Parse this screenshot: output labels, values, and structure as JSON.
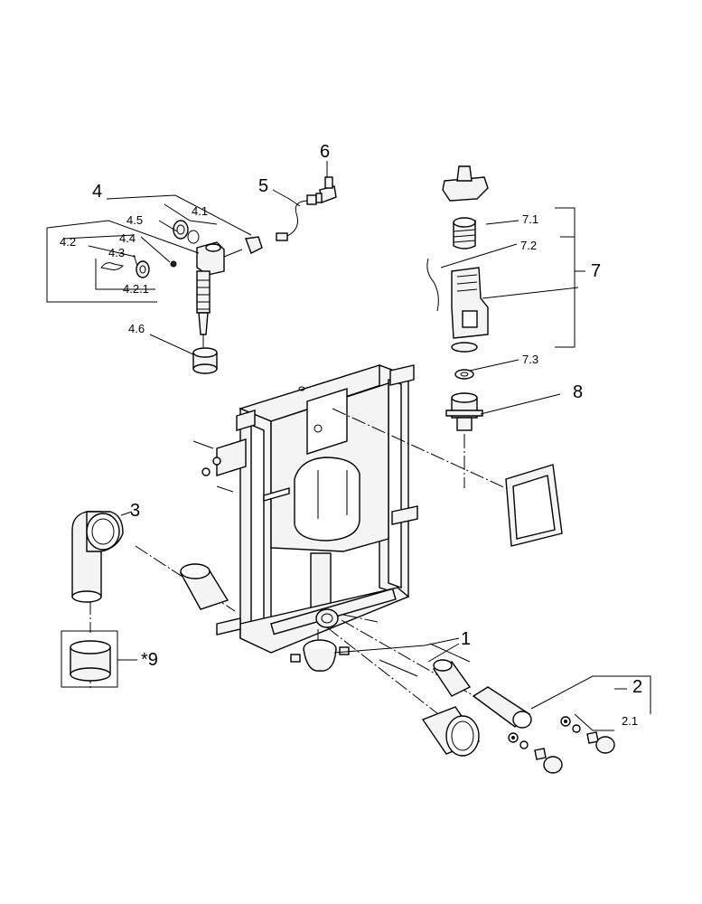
{
  "callouts": {
    "c1": "1",
    "c2": "2",
    "c2_1": "2.1",
    "c3": "3",
    "c4": "4",
    "c4_1": "4.1",
    "c4_2": "4.2",
    "c4_2_1": "4.2.1",
    "c4_3": "4.3",
    "c4_4": "4.4",
    "c4_5": "4.5",
    "c4_6": "4.6",
    "c5": "5",
    "c6": "6",
    "c7": "7",
    "c7_1": "7.1",
    "c7_2": "7.2",
    "c7_3": "7.3",
    "c8": "8",
    "c9": "*9"
  }
}
